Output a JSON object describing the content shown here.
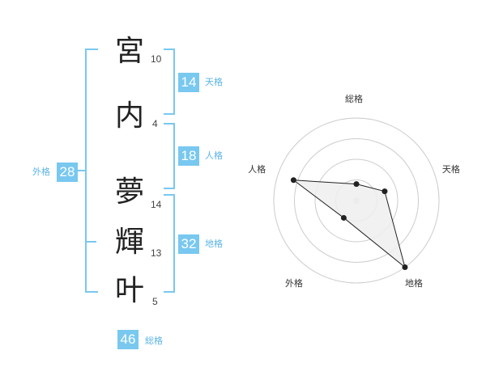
{
  "name": {
    "characters": [
      {
        "char": "宮",
        "strokes": "10"
      },
      {
        "char": "内",
        "strokes": "4"
      },
      {
        "char": "夢",
        "strokes": "14"
      },
      {
        "char": "輝",
        "strokes": "13"
      },
      {
        "char": "叶",
        "strokes": "5"
      }
    ]
  },
  "kakusu": {
    "tenkaku": {
      "value": "14",
      "label": "天格"
    },
    "jinkaku": {
      "value": "18",
      "label": "人格"
    },
    "chikaku": {
      "value": "32",
      "label": "地格"
    },
    "gaikaku": {
      "value": "28",
      "label": "外格"
    },
    "soukaku": {
      "value": "46",
      "label": "総格"
    }
  },
  "chart_data": {
    "type": "radar",
    "axes": [
      "総格",
      "天格",
      "地格",
      "外格",
      "人格"
    ],
    "values": [
      1.0,
      1.8,
      5.0,
      1.3,
      4.0
    ],
    "rmax": 5,
    "rings": 4,
    "grid": true
  },
  "colors": {
    "accent": "#78c8f0",
    "accent_text": "#5ab4e6",
    "polygon_fill": "#eeeeee",
    "polygon_stroke": "#222222",
    "grid": "#cccccc"
  }
}
